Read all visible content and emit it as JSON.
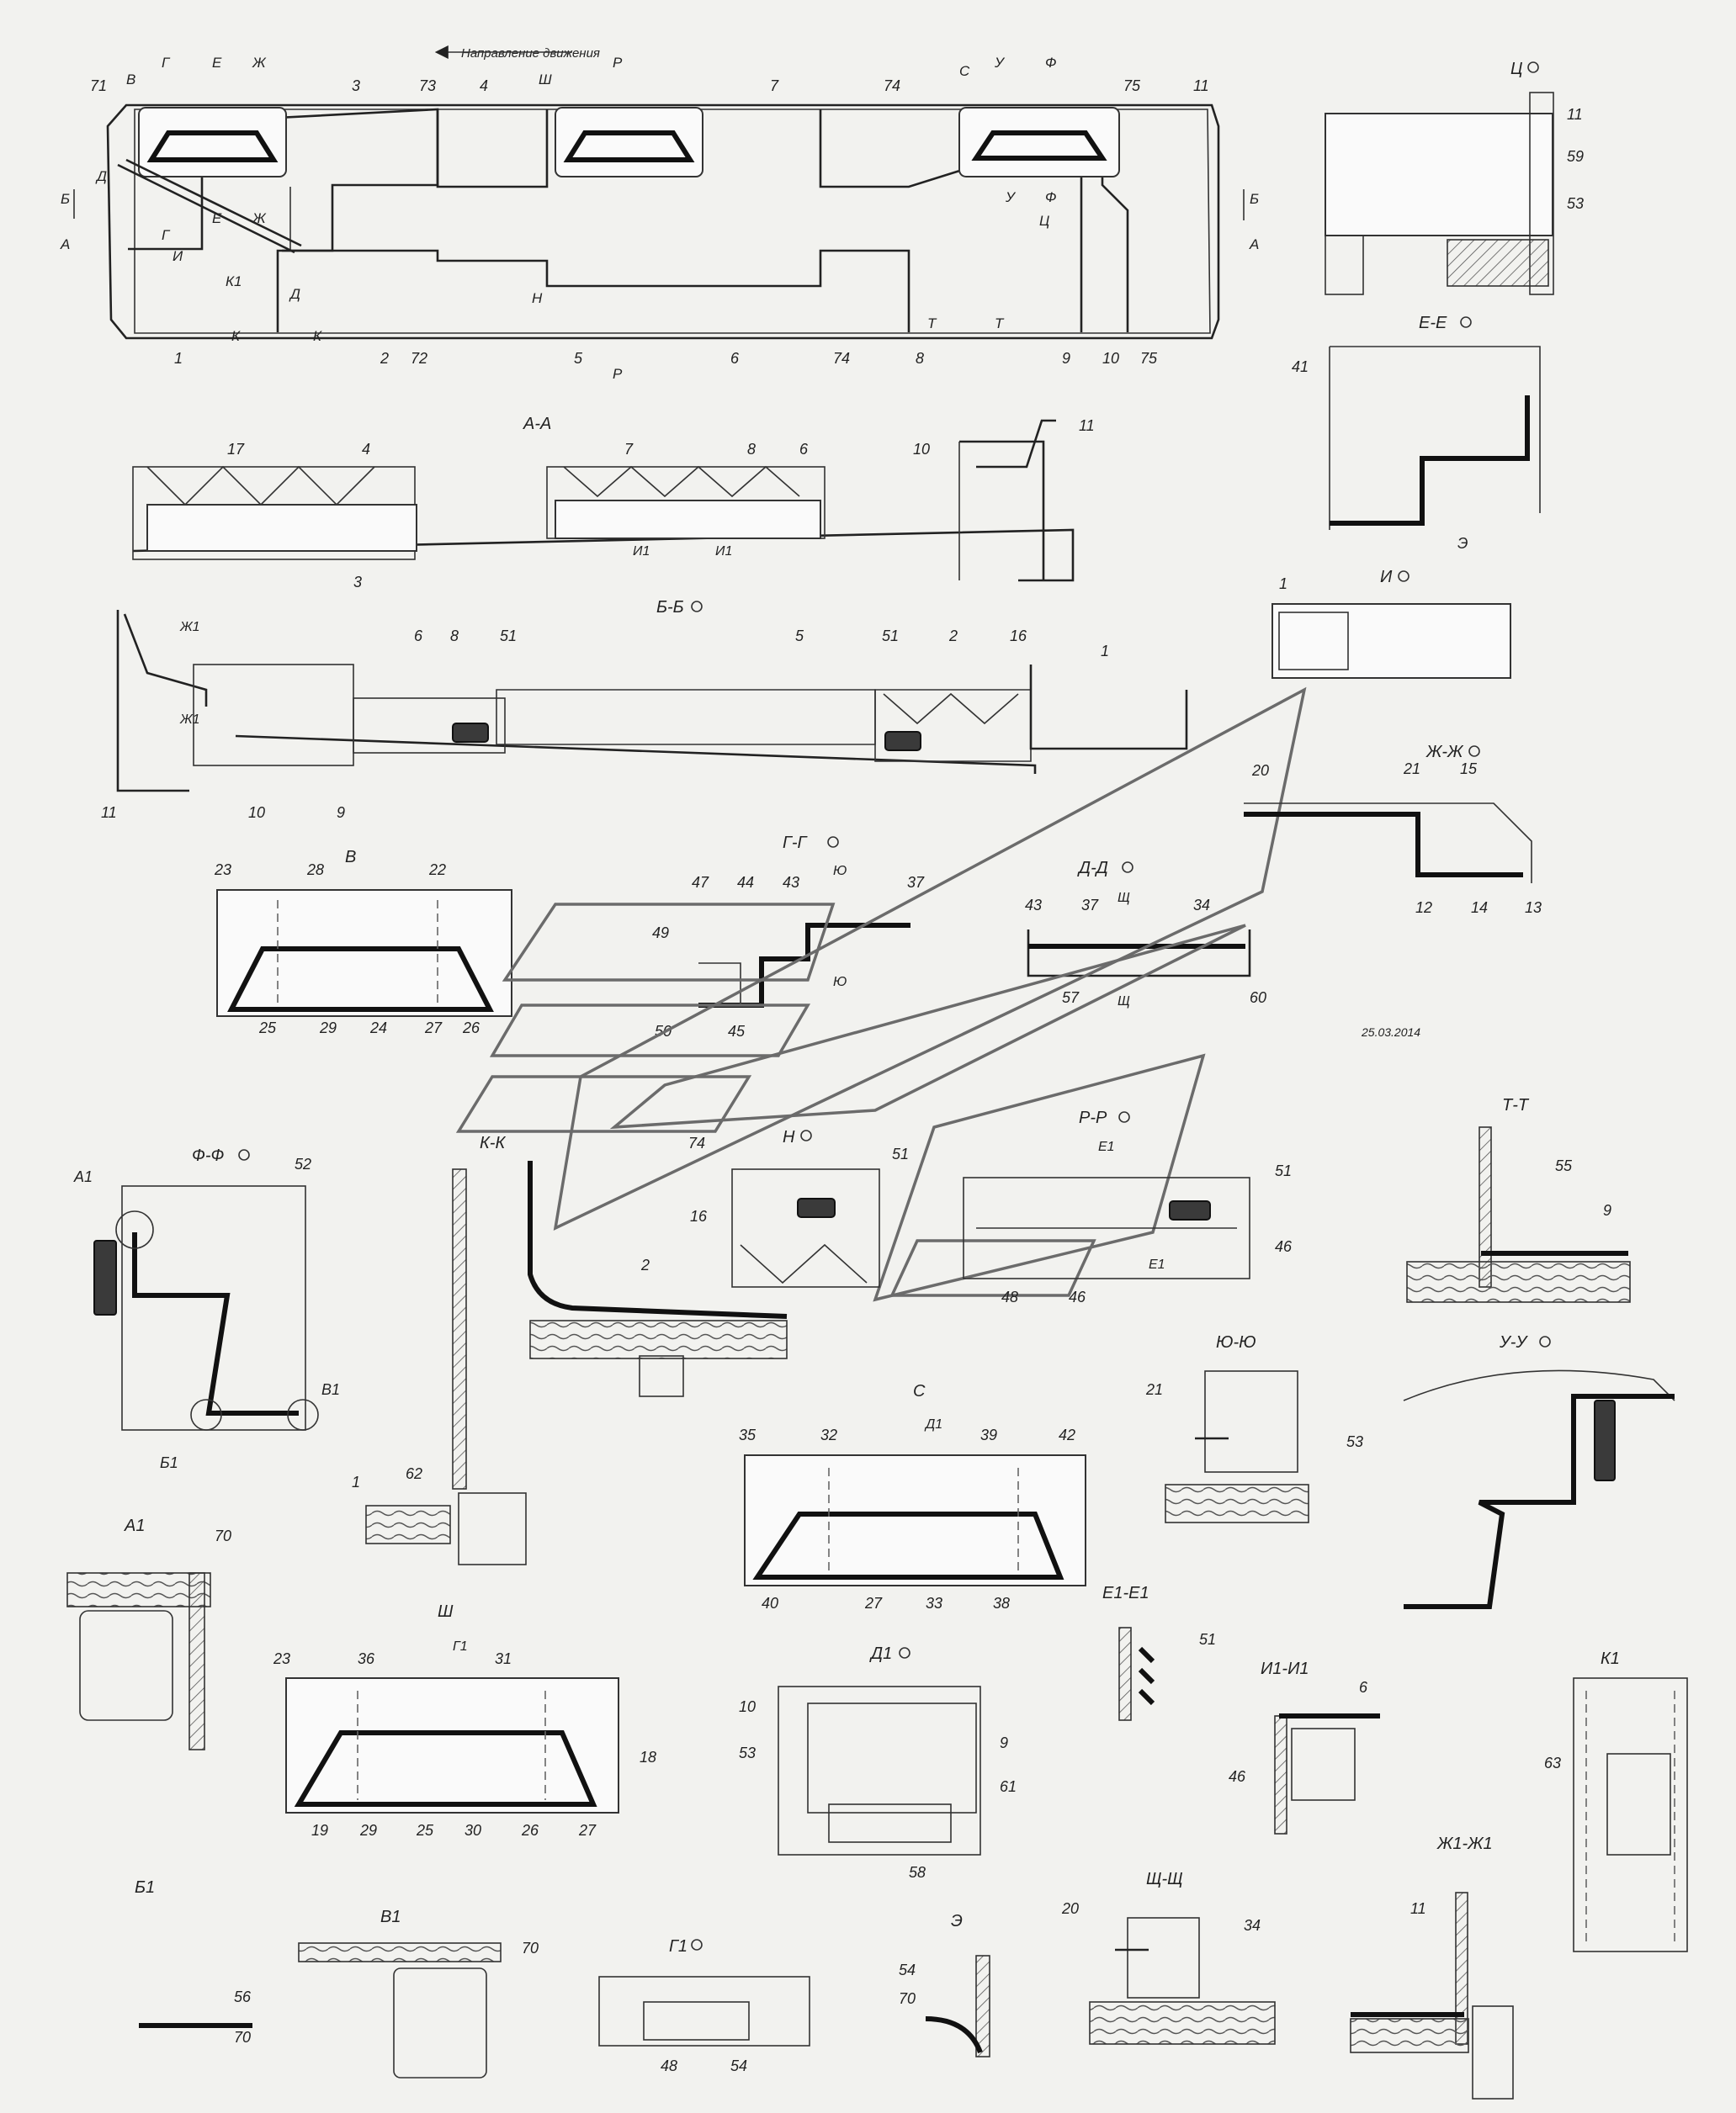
{
  "header": {
    "direction_label": "Направление движения"
  },
  "date_stamp": "25.03.2014",
  "section_titles": {
    "aa": "А-А",
    "bb": "Б-Б",
    "v": "В",
    "gg": "Г-Г",
    "dd": "Д-Д",
    "ee": "Е-Е",
    "zhzh": "Ж-Ж",
    "ii": "И",
    "kk": "К-К",
    "n": "Н",
    "rr": "Р-Р",
    "tt": "Т-Т",
    "ff": "Ф-Ф",
    "ts": "Ц",
    "yuyu": "Ю-Ю",
    "uu": "У-У",
    "s": "С",
    "a1": "А1",
    "e1e1": "Е1-Е1",
    "sh": "Ш",
    "d1": "Д1",
    "i1i1": "И1-И1",
    "k1": "К1",
    "b1": "Б1",
    "v1": "В1",
    "g1": "Г1",
    "e": "Э",
    "shch": "Щ-Щ",
    "zh1zh1": "Ж1-Ж1"
  },
  "plan_view": {
    "labels": [
      "1",
      "2",
      "3",
      "4",
      "5",
      "6",
      "7",
      "8",
      "9",
      "10",
      "11",
      "71",
      "72",
      "73",
      "74",
      "74",
      "75",
      "75"
    ],
    "section_marks": [
      "Б",
      "А",
      "Б",
      "А",
      "В",
      "Г",
      "Е",
      "Ж",
      "Р",
      "Ш",
      "С",
      "У",
      "Ф",
      "Д",
      "И",
      "К",
      "К1",
      "Н",
      "Т",
      "Т",
      "Ц",
      "Р",
      "Г",
      "Е",
      "Ж",
      "У",
      "Ф",
      "Д",
      "К"
    ]
  },
  "aa_view": {
    "labels": [
      "17",
      "4",
      "7",
      "8",
      "6",
      "10",
      "11",
      "3",
      "И1",
      "И1"
    ]
  },
  "bb_view": {
    "labels": [
      "Ж1",
      "Ж1",
      "6",
      "8",
      "51",
      "5",
      "51",
      "2",
      "16",
      "1",
      "11",
      "10",
      "9"
    ]
  },
  "v_view": {
    "labels": [
      "23",
      "28",
      "22",
      "25",
      "29",
      "24",
      "27",
      "26"
    ]
  },
  "gg_view": {
    "labels": [
      "47",
      "44",
      "43",
      "37",
      "49",
      "50",
      "45",
      "Ю",
      "Ю"
    ]
  },
  "dd_view": {
    "labels": [
      "43",
      "37",
      "34",
      "57",
      "60",
      "Щ",
      "Щ"
    ]
  },
  "ts_view": {
    "labels": [
      "11",
      "59",
      "53"
    ]
  },
  "ee_view": {
    "labels": [
      "41",
      "Э"
    ]
  },
  "i_view": {
    "labels": [
      "1"
    ]
  },
  "zhzh_view": {
    "labels": [
      "20",
      "21",
      "15",
      "12",
      "14",
      "13"
    ]
  },
  "ff_view": {
    "labels": [
      "А1",
      "52",
      "В1",
      "Б1"
    ]
  },
  "kk_view": {
    "labels": [
      "1",
      "62"
    ]
  },
  "n_view": {
    "labels": [
      "74",
      "51",
      "16",
      "2"
    ]
  },
  "rr_view": {
    "labels": [
      "Е1",
      "51",
      "46",
      "Е1",
      "48",
      "46"
    ]
  },
  "tt_view": {
    "labels": [
      "55",
      "9"
    ]
  },
  "yuyu_view": {
    "labels": [
      "21"
    ]
  },
  "uu_view": {
    "labels": [
      "53"
    ]
  },
  "s_view": {
    "labels": [
      "Д1",
      "35",
      "32",
      "39",
      "42",
      "40",
      "27",
      "33",
      "38"
    ]
  },
  "a1_view": {
    "labels": [
      "70"
    ]
  },
  "e1e1_view": {
    "labels": [
      "51"
    ]
  },
  "sh_view": {
    "labels": [
      "Г1",
      "23",
      "36",
      "31",
      "18",
      "19",
      "29",
      "25",
      "30",
      "26",
      "27"
    ]
  },
  "d1_view": {
    "labels": [
      "10",
      "53",
      "9",
      "61",
      "58"
    ]
  },
  "i1i1_view": {
    "labels": [
      "6",
      "46"
    ]
  },
  "k1_view": {
    "labels": [
      "63"
    ]
  },
  "b1_view": {
    "labels": [
      "56",
      "70"
    ]
  },
  "v1_view": {
    "labels": [
      "70"
    ]
  },
  "g1_view": {
    "labels": [
      "48",
      "54"
    ]
  },
  "e_view": {
    "labels": [
      "54",
      "70"
    ]
  },
  "shch_view": {
    "labels": [
      "20",
      "34"
    ]
  },
  "zh1zh1_view": {
    "labels": [
      "11"
    ]
  }
}
